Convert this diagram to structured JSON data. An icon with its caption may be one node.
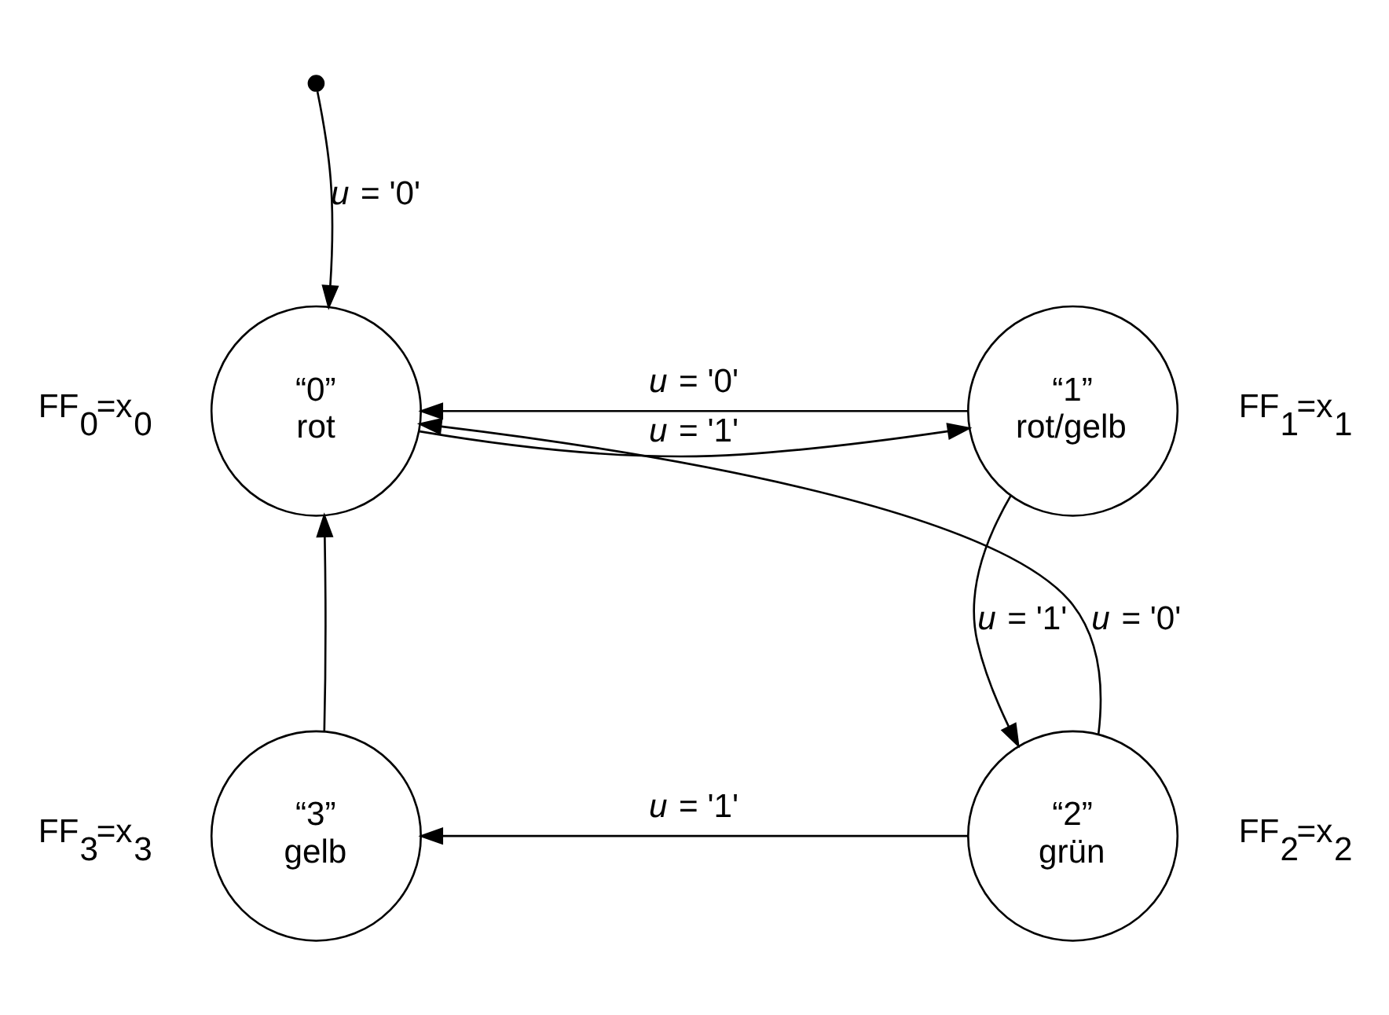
{
  "diagram": {
    "nodes": [
      {
        "text": [
          "“0”",
          "rot"
        ],
        "beside": [
          "FF$_{0}$=x$_{0}$"
        ]
      },
      {
        "text": [
          "“1”",
          "rot/gelb"
        ],
        "beside": [
          "FF$_{1}$=x$_{1}$"
        ]
      },
      {
        "text": [
          "“2”",
          "grün"
        ],
        "beside": [
          "FF$_{2}$=x$_{2}$"
        ]
      },
      {
        "text": [
          "“3”",
          "gelb"
        ],
        "beside": [
          "FF$_{3}$=x$_{3}$"
        ]
      },
      {
        "text": [],
        "shape": "circle"
      }
    ],
    "edges": [
      {
        "from": 4,
        "to": 0,
        "arrow": "to",
        "label": "*u* = '0'"
      },
      {
        "from": 1,
        "to": 0,
        "arrow": "to",
        "label": "*u* = '0'"
      },
      {
        "from": 0,
        "to": 1,
        "arrow": "to",
        "label": "*u* = '1'"
      },
      {
        "from": 2,
        "to": 0,
        "arrow": "to",
        "label": "*u* = '0'"
      },
      {
        "from": 1,
        "to": 2,
        "arrow": "to",
        "label": "*u* = '1'"
      },
      {
        "from": 2,
        "to": 3,
        "arrow": "to",
        "label": "*u* = '1'"
      },
      {
        "from": 3,
        "to": 0,
        "arrow": "to"
      }
    ]
  }
}
